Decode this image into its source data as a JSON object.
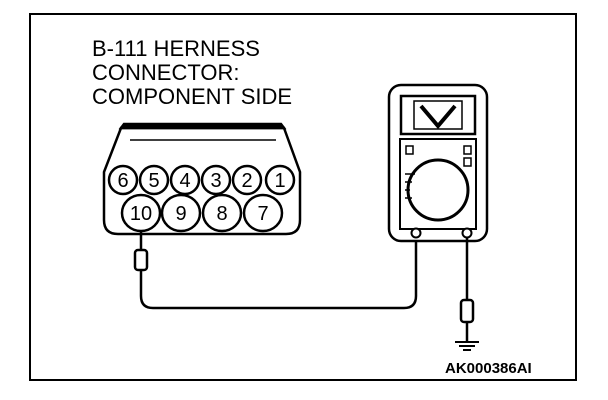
{
  "title": {
    "line1": "B-111 HERNESS",
    "line2": "CONNECTOR:",
    "line3": "COMPONENT SIDE"
  },
  "figure_code": "AK000386AI",
  "connector": {
    "top_row": [
      "6",
      "5",
      "4",
      "3",
      "2",
      "1"
    ],
    "bottom_row": [
      "10",
      "9",
      "8",
      "7"
    ]
  },
  "meter": {
    "display_icon": "v-voltage-icon"
  },
  "colors": {
    "line": "#000000",
    "background": "#ffffff"
  }
}
